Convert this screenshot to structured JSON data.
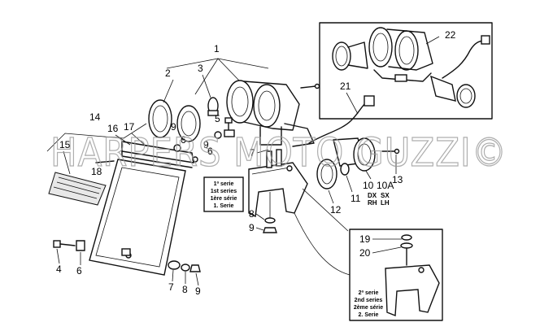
{
  "watermark": "HARPERS MOTO GUZZI©",
  "callouts": {
    "c1": "1",
    "c2": "2",
    "c3": "3",
    "c4": "4",
    "c5": "5",
    "c6": "6",
    "c7": "7",
    "c8": "8",
    "c9": "9",
    "c10": "10",
    "c10a": "10A",
    "c11": "11",
    "c12": "12",
    "c13": "13",
    "c14": "14",
    "c15": "15",
    "c16": "16",
    "c17": "17",
    "c18": "18",
    "c19": "19",
    "c20": "20",
    "c21": "21",
    "c22": "22"
  },
  "side_labels": {
    "dx": "DX",
    "rh": "RH",
    "sx": "SX",
    "lh": "LH"
  },
  "series_1": [
    "1ª serie",
    "1st series",
    "1ère série",
    "1. Serie"
  ],
  "series_2": [
    "2ª serie",
    "2nd series",
    "2ème série",
    "2. Serie"
  ]
}
